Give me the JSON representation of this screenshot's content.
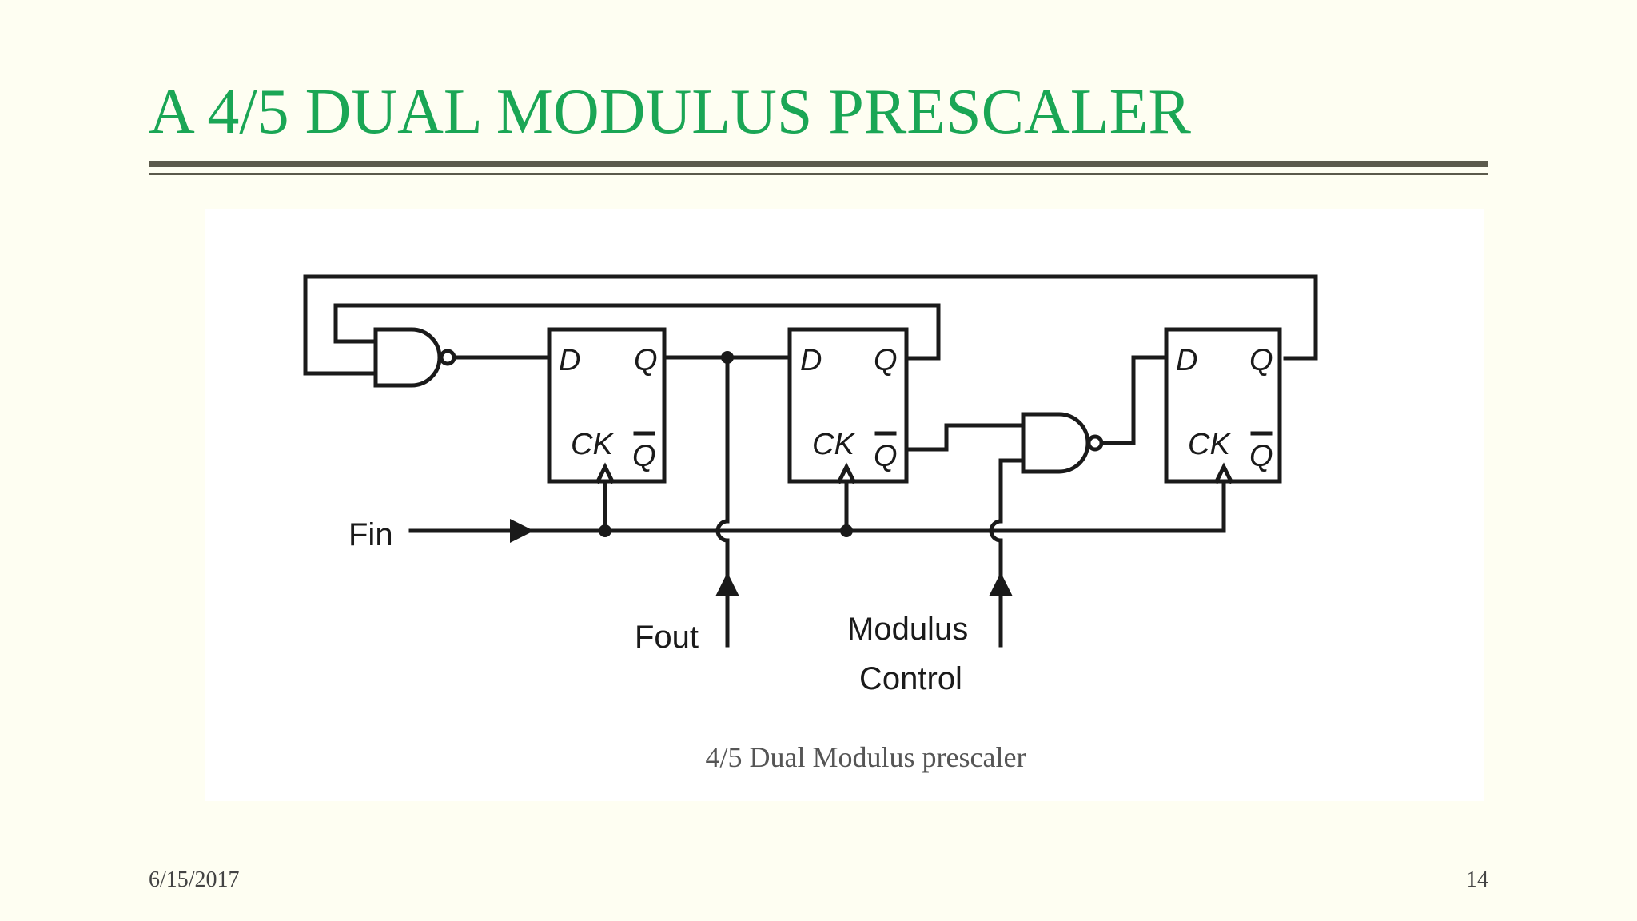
{
  "slide": {
    "title": "A 4/5 DUAL MODULUS PRESCALER",
    "caption": "4/5 Dual Modulus prescaler",
    "date": "6/15/2017",
    "page_number": "14"
  },
  "diagram": {
    "flip_flops": [
      {
        "d": "D",
        "q": "Q",
        "ck": "CK",
        "qbar": "Q"
      },
      {
        "d": "D",
        "q": "Q",
        "ck": "CK",
        "qbar": "Q"
      },
      {
        "d": "D",
        "q": "Q",
        "ck": "CK",
        "qbar": "Q"
      }
    ],
    "signals": {
      "input": "Fin",
      "output": "Fout",
      "control_line1": "Modulus",
      "control_line2": "Control"
    },
    "gates": [
      "NAND",
      "NAND"
    ]
  },
  "colors": {
    "background": "#fefef2",
    "title": "#1aa655",
    "rule": "#5b5a4c",
    "wire": "#1a1a1a"
  }
}
